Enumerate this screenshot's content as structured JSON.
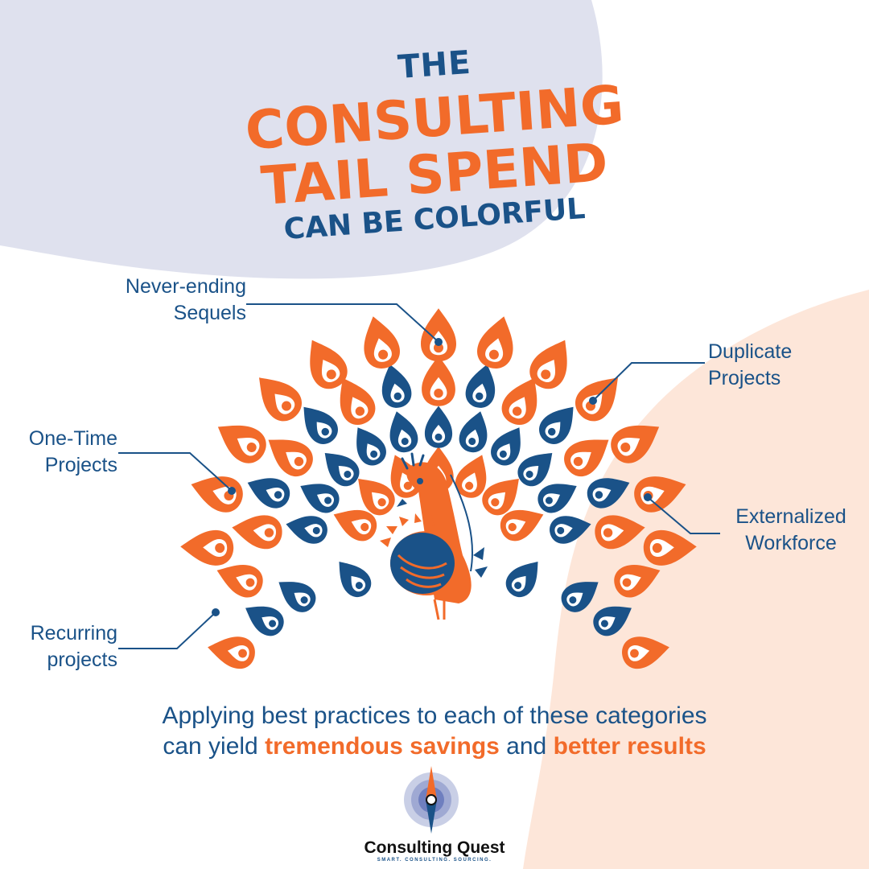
{
  "title": {
    "line1": "THE",
    "line2": "CONSULTING",
    "line3": "TAIL SPEND",
    "line4": "CAN BE COLORFUL"
  },
  "labels": {
    "never_ending": {
      "line1": "Never-ending",
      "line2": "Sequels"
    },
    "duplicate": {
      "line1": "Duplicate",
      "line2": "Projects"
    },
    "one_time": {
      "line1": "One-Time",
      "line2": "Projects"
    },
    "externalized": {
      "line1": "Externalized",
      "line2": "Workforce"
    },
    "recurring": {
      "line1": "Recurring",
      "line2": "projects"
    }
  },
  "tagline": {
    "part1": "Applying best practices to each of these categories",
    "part2": "can yield ",
    "highlight1": "tremendous savings",
    "part3": " and ",
    "highlight2": "better results"
  },
  "logo": {
    "name": "Consulting Quest",
    "tagline": "SMART. CONSULTING. SOURCING."
  },
  "colors": {
    "navy": "#1a5288",
    "orange": "#f26b2a",
    "lavender_bg": "#dfe1ee",
    "peach_bg": "#fde6d9"
  }
}
